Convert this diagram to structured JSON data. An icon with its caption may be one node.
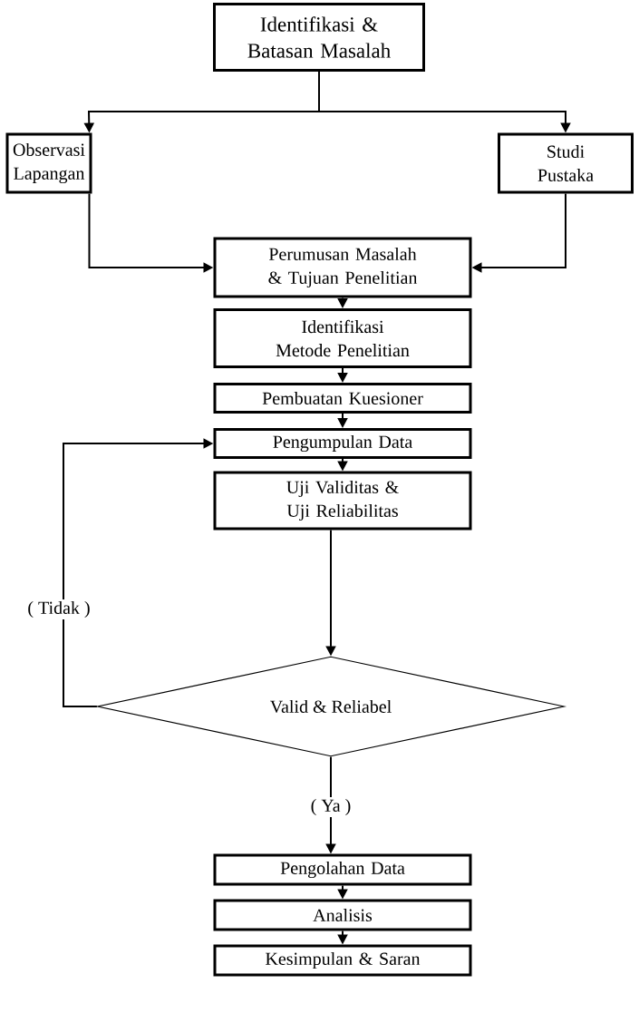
{
  "diagram": {
    "nodes": [
      {
        "text": [
          "Identifikasi & Batasan Masalah"
        ]
      },
      {
        "text": [
          "Observasi Lapangan"
        ]
      },
      {
        "text": [
          "Studi Pustaka"
        ]
      },
      {
        "text": [
          "Perumusan Masalah & Tujuan Penelitian"
        ]
      },
      {
        "text": [
          "Identifikasi Metode Penelitian"
        ]
      },
      {
        "text": [
          "Pembuatan Kuesioner"
        ]
      },
      {
        "text": [
          "Pengumpulan Data"
        ]
      },
      {
        "text": [
          "Uji Validitas & Uji Reliabilitas"
        ]
      },
      {
        "text": [
          "Valid & Reliabel"
        ]
      },
      {
        "text": [
          "Pengolahan Data"
        ]
      },
      {
        "text": [
          "Analisis"
        ]
      },
      {
        "text": [
          "Kesimpulan & Saran"
        ]
      }
    ],
    "edges": [
      {
        "from": 0,
        "to": 1,
        "arrow": "to"
      },
      {
        "from": 0,
        "to": 2,
        "arrow": "to"
      },
      {
        "from": 1,
        "to": 3,
        "arrow": "to"
      },
      {
        "from": 2,
        "to": 3,
        "arrow": "to"
      },
      {
        "from": 3,
        "to": 4,
        "arrow": "to"
      },
      {
        "from": 4,
        "to": 5,
        "arrow": "to"
      },
      {
        "from": 5,
        "to": 6,
        "arrow": "to"
      },
      {
        "from": 6,
        "to": 7,
        "arrow": "to"
      },
      {
        "from": 7,
        "to": 8,
        "arrow": "to"
      },
      {
        "from": 8,
        "to": 6,
        "arrow": "to",
        "label": "( Tidak )"
      },
      {
        "from": 8,
        "to": 9,
        "arrow": "to",
        "label": "( Ya )"
      },
      {
        "from": 9,
        "to": 10,
        "arrow": "to"
      },
      {
        "from": 10,
        "to": 11,
        "arrow": "to"
      }
    ]
  }
}
